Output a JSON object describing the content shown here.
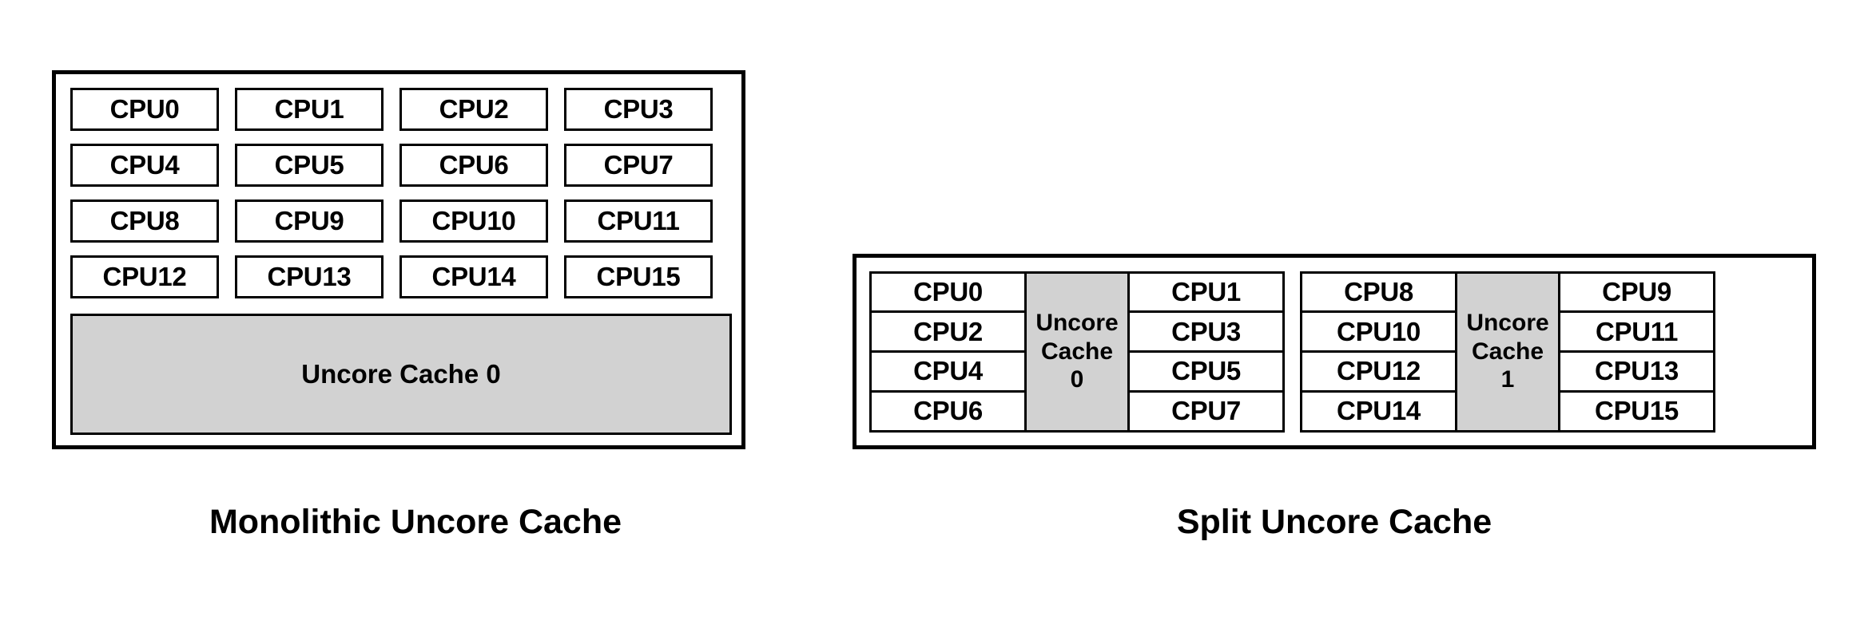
{
  "figure": {
    "colors": {
      "uncore_fill": "#d2d2d2",
      "line": "#000000",
      "background": "#ffffff"
    }
  },
  "monolithic": {
    "caption": "Monolithic Uncore Cache",
    "cpus": [
      "CPU0",
      "CPU1",
      "CPU2",
      "CPU3",
      "CPU4",
      "CPU5",
      "CPU6",
      "CPU7",
      "CPU8",
      "CPU9",
      "CPU10",
      "CPU11",
      "CPU12",
      "CPU13",
      "CPU14",
      "CPU15"
    ],
    "uncore_cache": "Uncore Cache 0"
  },
  "split": {
    "caption": "Split Uncore Cache",
    "clusters": [
      {
        "left_cpus": [
          "CPU0",
          "CPU2",
          "CPU4",
          "CPU6"
        ],
        "uncore_line1": "Uncore",
        "uncore_line2": "Cache",
        "uncore_line3": "0",
        "right_cpus": [
          "CPU1",
          "CPU3",
          "CPU5",
          "CPU7"
        ]
      },
      {
        "left_cpus": [
          "CPU8",
          "CPU10",
          "CPU12",
          "CPU14"
        ],
        "uncore_line1": "Uncore",
        "uncore_line2": "Cache",
        "uncore_line3": "1",
        "right_cpus": [
          "CPU9",
          "CPU11",
          "CPU13",
          "CPU15"
        ]
      }
    ]
  }
}
